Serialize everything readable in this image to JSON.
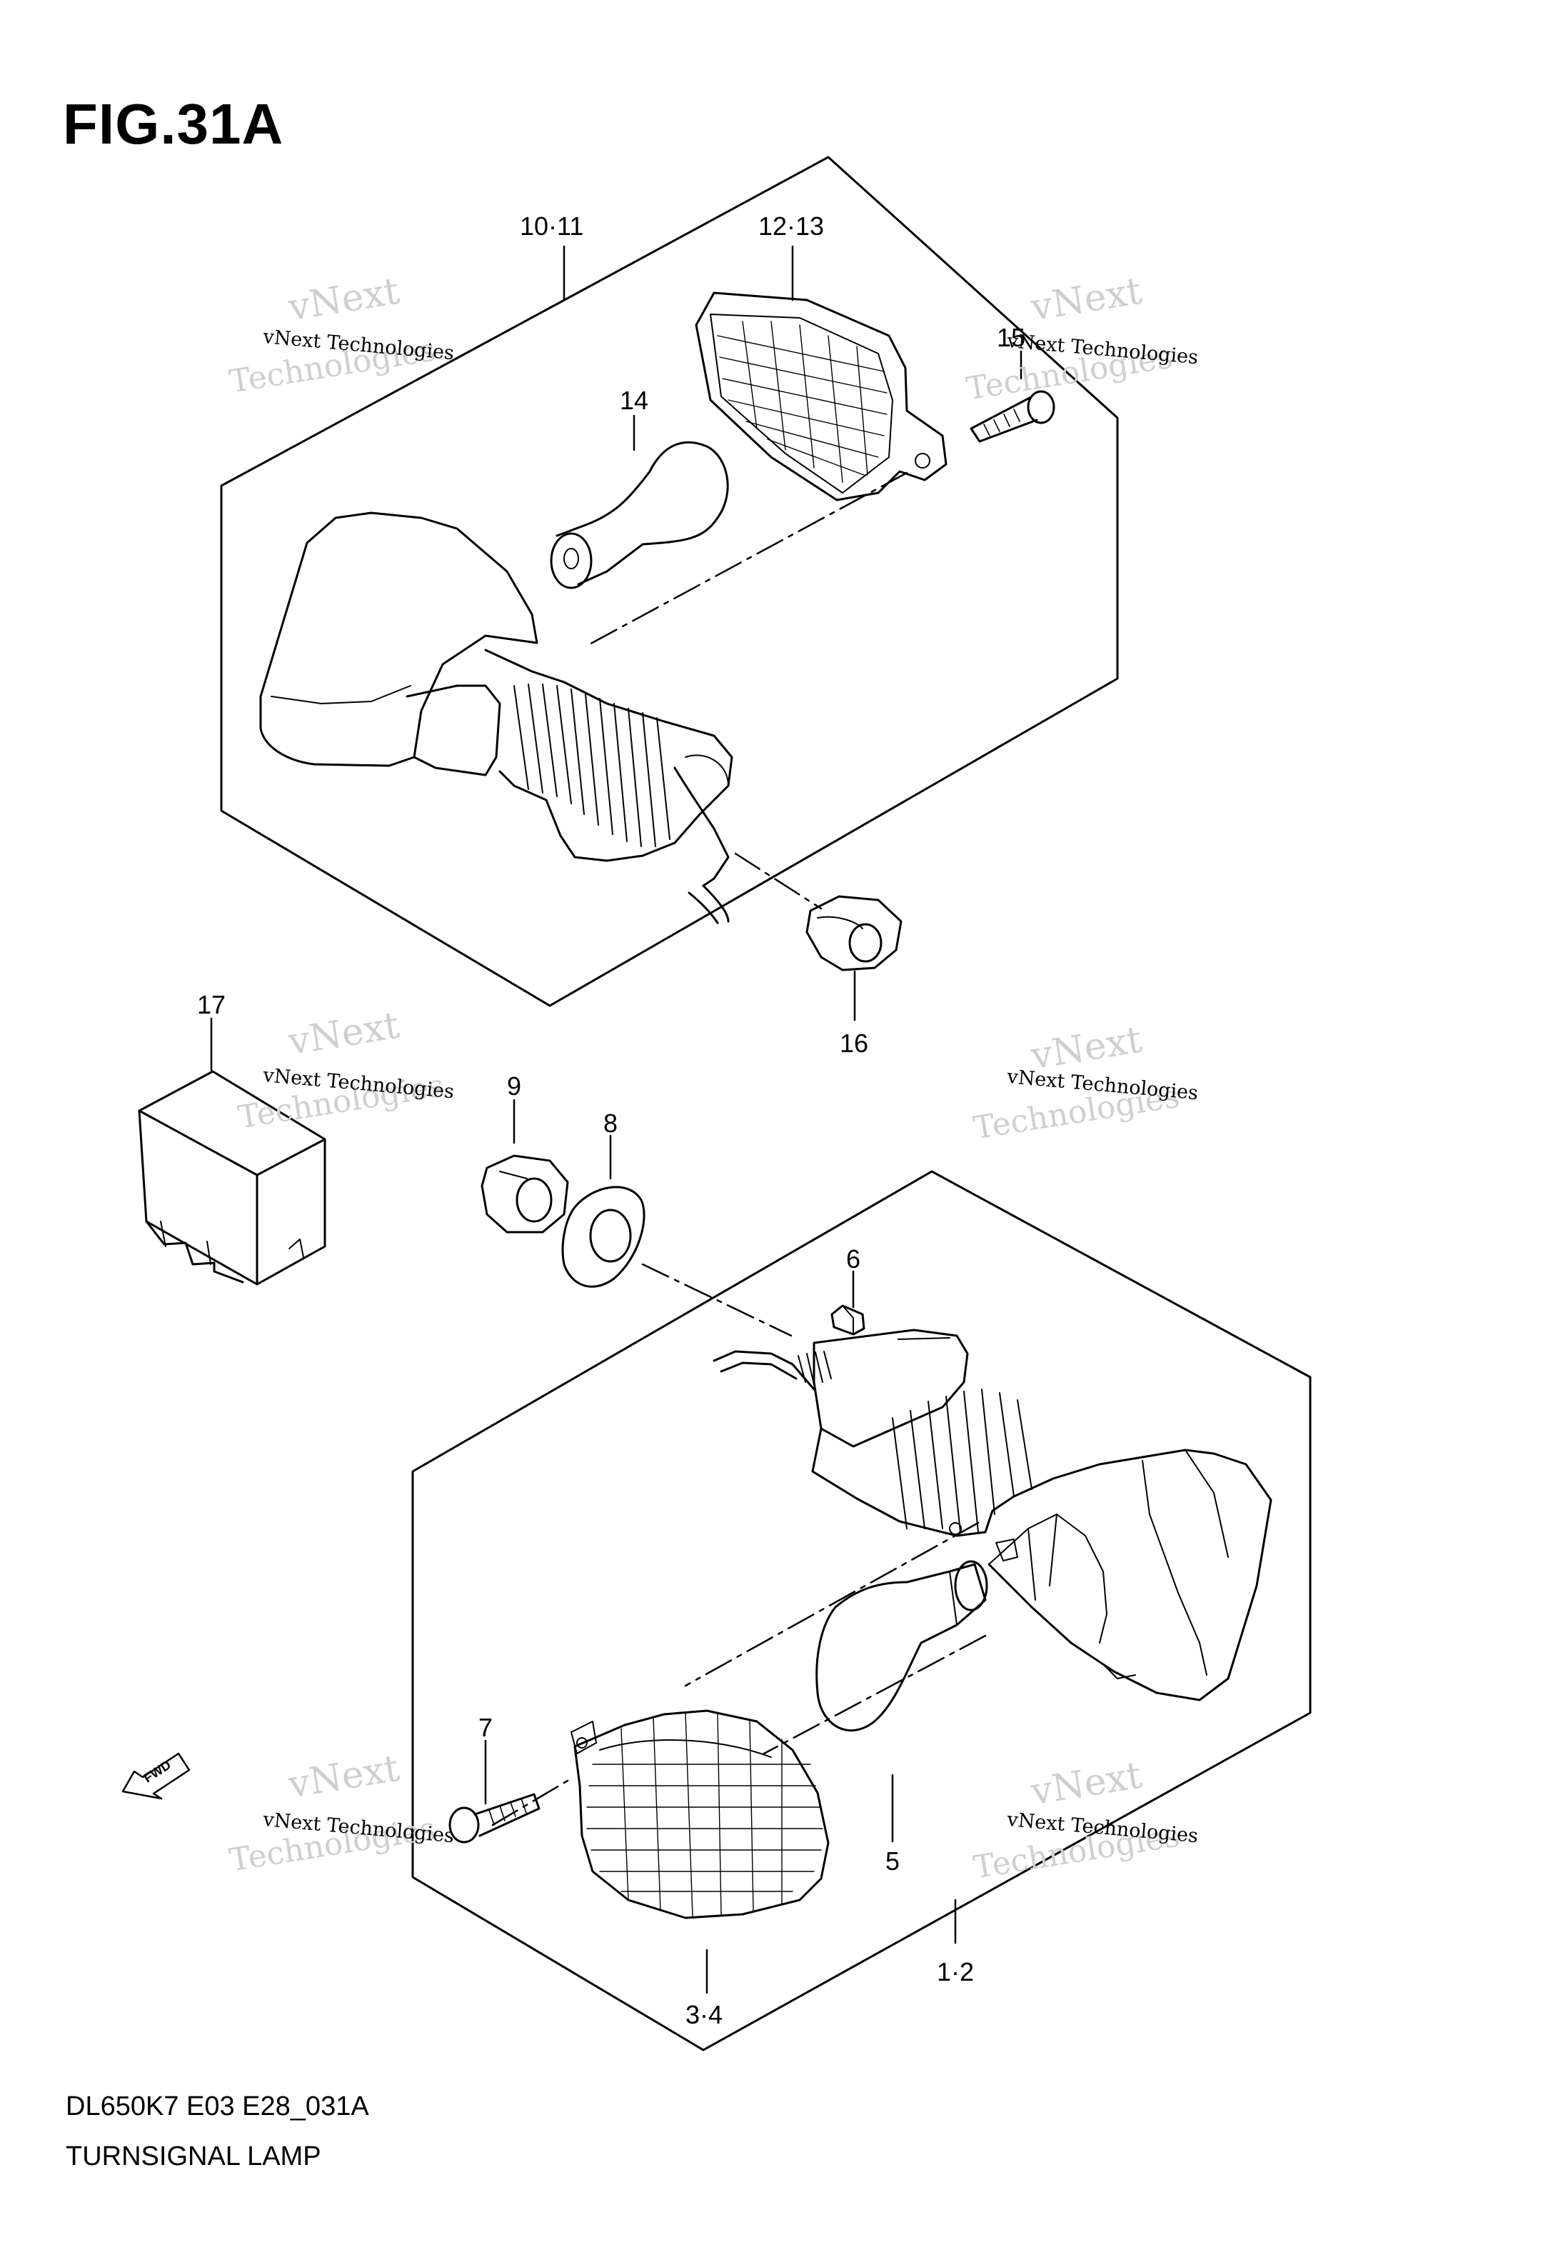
{
  "figure": {
    "title": "FIG.31A",
    "code": "DL650K7 E03 E28_031A",
    "name": "TURNSIGNAL LAMP"
  },
  "callouts": {
    "c10_11": "10·11",
    "c12_13": "12·13",
    "c14": "14",
    "c15": "15",
    "c16": "16",
    "c17": "17",
    "c9": "9",
    "c8": "8",
    "c6": "6",
    "c7": "7",
    "c5": "5",
    "c3_4": "3·4",
    "c1_2": "1·2"
  },
  "watermark": {
    "company": "vNext Technologies",
    "brand_top": "vNext",
    "brand_bottom": "Technologies"
  },
  "fwd_arrow": {
    "label": "FWD"
  },
  "colors": {
    "line": "#000000",
    "watermark_shadow": "#cfcfcf",
    "background": "#ffffff"
  }
}
